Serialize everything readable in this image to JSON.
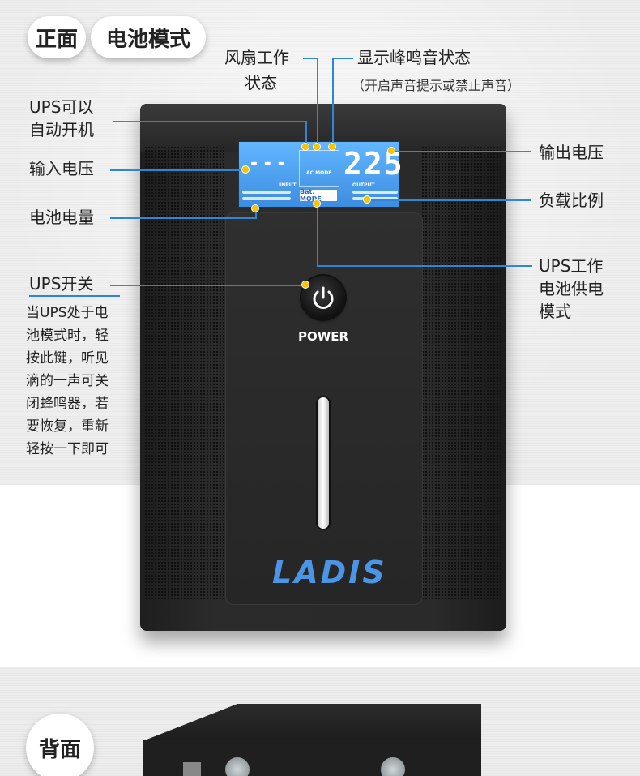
{
  "sections": {
    "front_label": "正面",
    "mode_label": "电池模式",
    "back_label": "背面"
  },
  "callouts": {
    "fan_status": [
      "风扇工作",
      "状态"
    ],
    "buzzer_status": "显示峰鸣音状态",
    "buzzer_sub": "（开启声音提示或禁止声音）",
    "auto_start": [
      "UPS可以",
      "自动开机"
    ],
    "input_voltage": "输入电压",
    "battery_level": "电池电量",
    "ups_switch": "UPS开关",
    "output_voltage": "输出电压",
    "load_ratio": "负载比例",
    "battery_mode": [
      "UPS工作",
      "电池供电",
      "模式"
    ]
  },
  "note_lines": [
    "当UPS处于电",
    "池模式时，轻",
    "按此键，听见",
    "滴的一声可关",
    "闭蜂鸣器，若",
    "要恢复，重新",
    "轻按一下即可"
  ],
  "device": {
    "lcd_value": "225",
    "lcd_mode": "Bat. MODE",
    "lcd_ac_mode": "AC MODE",
    "lcd_input": "INPUT",
    "lcd_output": "OUTPUT",
    "power_label": "POWER",
    "logo": "LADIS"
  },
  "colors": {
    "accent_line": "#2f86d6",
    "dot": "#f6c400",
    "lcd_blue": "#4aa2f2",
    "logo_blue": "#4b95e6"
  }
}
